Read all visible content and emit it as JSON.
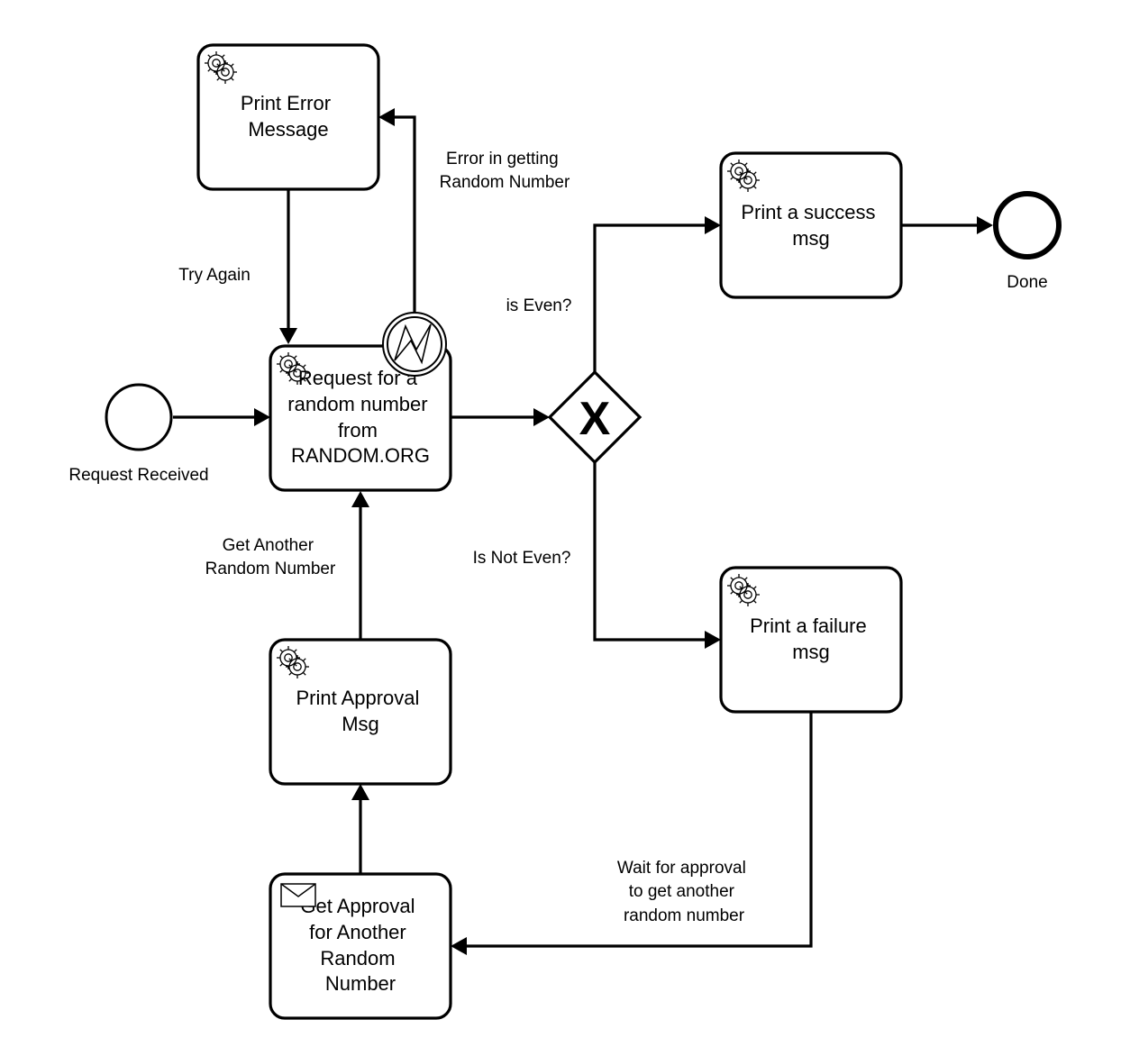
{
  "diagram": {
    "tasks": {
      "print_error": {
        "lines": [
          "Print Error",
          "Message"
        ],
        "icon": "gear-icon",
        "type": "service-task"
      },
      "request_random": {
        "lines": [
          "Request for a",
          "random number",
          "from",
          "RANDOM.ORG"
        ],
        "icon": "gear-icon",
        "type": "service-task"
      },
      "print_success": {
        "lines": [
          "Print a success",
          "msg"
        ],
        "icon": "gear-icon",
        "type": "service-task"
      },
      "print_failure": {
        "lines": [
          "Print a failure",
          "msg"
        ],
        "icon": "gear-icon",
        "type": "service-task"
      },
      "print_approval": {
        "lines": [
          "Print Approval",
          "Msg"
        ],
        "icon": "gear-icon",
        "type": "service-task"
      },
      "get_approval": {
        "lines": [
          "Get Approval",
          "for Another",
          "Random",
          "Number"
        ],
        "icon": "envelope-icon",
        "type": "receive-task"
      }
    },
    "events": {
      "start": {
        "label": "Request Received",
        "type": "start-event"
      },
      "end": {
        "label": "Done",
        "type": "end-event"
      },
      "error_boundary": {
        "type": "error-boundary-event",
        "icon": "lightning-icon"
      }
    },
    "gateway": {
      "type": "exclusive-gateway",
      "marker": "X"
    },
    "flows": {
      "try_again": {
        "lines": [
          "Try Again"
        ]
      },
      "error_random": {
        "lines": [
          "Error in getting",
          "Random Number"
        ]
      },
      "is_even": {
        "lines": [
          "is Even?"
        ]
      },
      "is_not_even": {
        "lines": [
          "Is Not Even?"
        ]
      },
      "get_another": {
        "lines": [
          "Get Another",
          "Random Number"
        ]
      },
      "wait_approval": {
        "lines": [
          "Wait for approval",
          "to get another",
          "random number"
        ]
      }
    }
  }
}
